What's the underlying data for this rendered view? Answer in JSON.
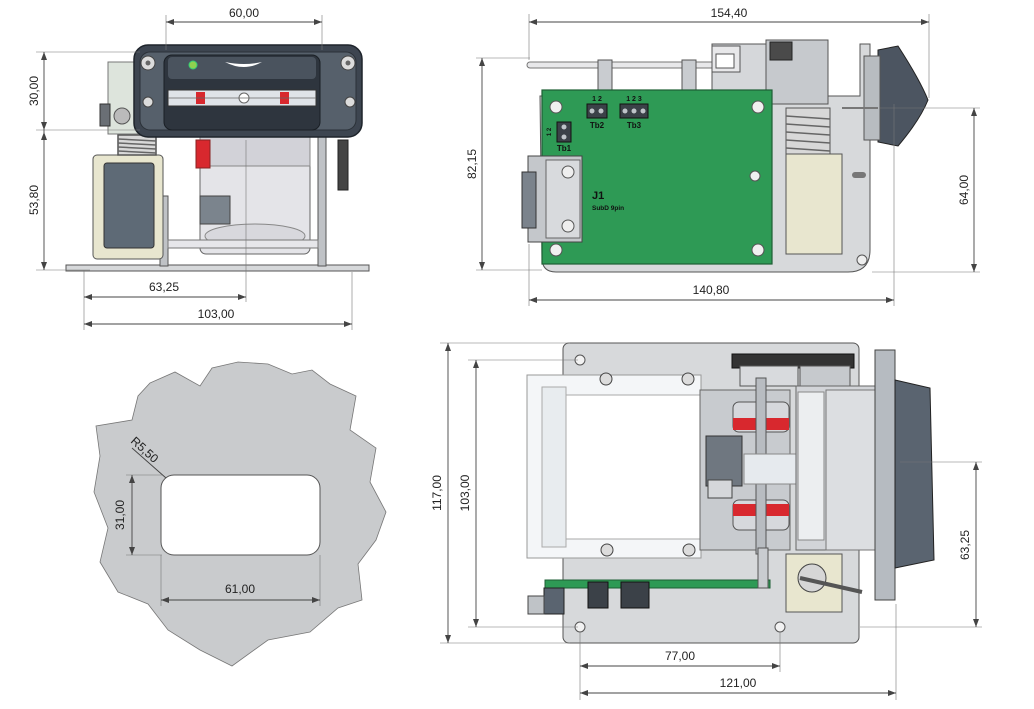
{
  "dimensions": {
    "front": {
      "width_top": "60,00",
      "height_upper": "30,00",
      "height_lower": "53,80",
      "offset": "63,25",
      "width_total": "103,00"
    },
    "side": {
      "width_top": "154,40",
      "height_left": "82,15",
      "height_right": "64,00",
      "width_bottom": "140,80"
    },
    "cutout": {
      "radius": "R5,50",
      "height": "31,00",
      "width": "61,00"
    },
    "top": {
      "height_outer": "117,00",
      "height_inner": "103,00",
      "offset_right": "63,25",
      "width_inner": "77,00",
      "width_outer": "121,00"
    }
  },
  "pcb_labels": {
    "conn_tb1": "Tb1",
    "conn_tb2": "Tb2",
    "conn_tb3": "Tb3",
    "pins_tb2": "1 2",
    "pins_tb3": "1 2 3",
    "pins_tb1": "1 2",
    "conn_j1": "J1",
    "j1_desc": "SubD 9pin"
  },
  "colors": {
    "pcb": "#2e9a55",
    "metal": "#c4c7cb",
    "dark_metal": "#3d4550",
    "plate": "#c9cbcd",
    "roller_red": "#d8282e",
    "coil": "#e8e6cf"
  }
}
